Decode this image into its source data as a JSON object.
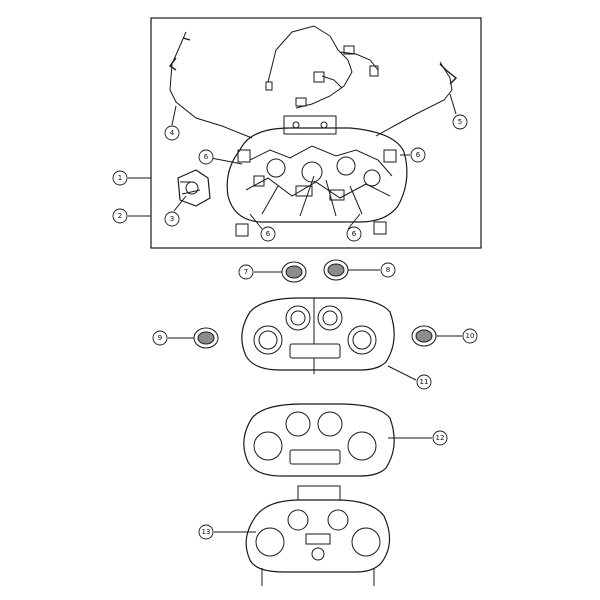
{
  "diagram": {
    "callouts": [
      "1",
      "2",
      "3",
      "4",
      "5",
      "6",
      "6",
      "6",
      "6",
      "7",
      "8",
      "9",
      "10",
      "11",
      "12",
      "13"
    ]
  },
  "colors": {
    "line": "#1a1a1a",
    "fill": "#ffffff",
    "shade": "#8c8c8c"
  }
}
